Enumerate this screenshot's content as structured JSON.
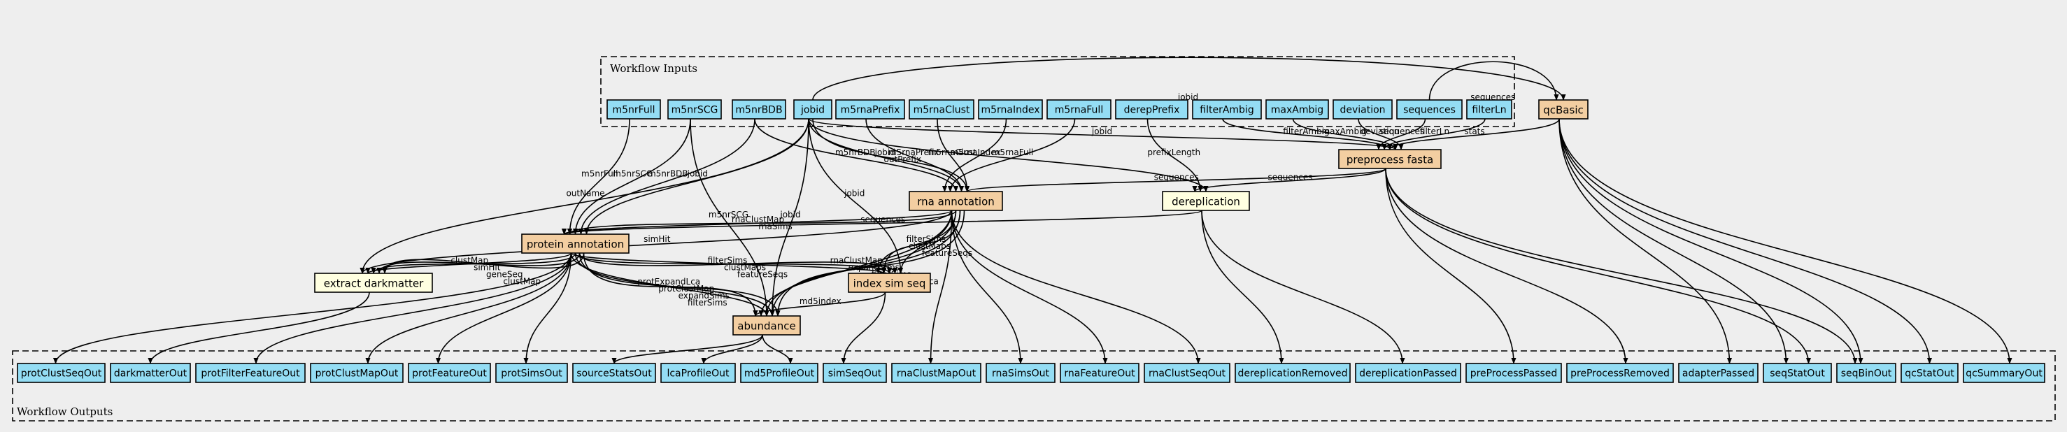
{
  "clusters": {
    "inputs": "Workflow Inputs",
    "outputs": "Workflow Outputs"
  },
  "colors": {
    "io_fill": "#94ddf4",
    "step_fill": "#f3cea1",
    "tool_fill": "#ffffe0",
    "background": "#eeeeee",
    "stroke": "#000000"
  },
  "nodes": {
    "in_m5nrFull": "m5nrFull",
    "in_m5nrSCG": "m5nrSCG",
    "in_m5nrBDB": "m5nrBDB",
    "in_jobid": "jobid",
    "in_m5rnaPrefix": "m5rnaPrefix",
    "in_m5rnaClust": "m5rnaClust",
    "in_m5rnaIndex": "m5rnaIndex",
    "in_m5rnaFull": "m5rnaFull",
    "in_derepPrefix": "derepPrefix",
    "in_filterAmbig": "filterAmbig",
    "in_maxAmbig": "maxAmbig",
    "in_deviation": "deviation",
    "in_sequences": "sequences",
    "in_filterLn": "filterLn",
    "st_qcBasic": "qcBasic",
    "st_preprocess": "preprocess fasta",
    "st_rna": "rna annotation",
    "st_dereplication": "dereplication",
    "st_protein": "protein annotation",
    "st_extract": "extract darkmatter",
    "st_index": "index sim seq",
    "st_abundance": "abundance",
    "out_protClustSeqOut": "protClustSeqOut",
    "out_darkmatterOut": "darkmatterOut",
    "out_protFilterFeatureOut": "protFilterFeatureOut",
    "out_protClustMapOut": "protClustMapOut",
    "out_protFeatureOut": "protFeatureOut",
    "out_protSimsOut": "protSimsOut",
    "out_sourceStatsOut": "sourceStatsOut",
    "out_lcaProfileOut": "lcaProfileOut",
    "out_md5ProfileOut": "md5ProfileOut",
    "out_simSeqOut": "simSeqOut",
    "out_rnaClustMapOut": "rnaClustMapOut",
    "out_rnaSimsOut": "rnaSimsOut",
    "out_rnaFeatureOut": "rnaFeatureOut",
    "out_rnaClustSeqOut": "rnaClustSeqOut",
    "out_dereplicationRemoved": "dereplicationRemoved",
    "out_dereplicationPassed": "dereplicationPassed",
    "out_preProcessPassed": "preProcessPassed",
    "out_preProcessRemoved": "preProcessRemoved",
    "out_adapterPassed": "adapterPassed",
    "out_seqStatOut": "seqStatOut",
    "out_seqBinOut": "seqBinOut",
    "out_qcStatOut": "qcStatOut",
    "out_qcSummaryOut": "qcSummaryOut"
  },
  "edges": [
    {
      "from": "in_sequences",
      "to": "st_qcBasic",
      "label": "sequences"
    },
    {
      "from": "in_jobid",
      "to": "st_qcBasic",
      "label": "jobid"
    },
    {
      "from": "in_filterAmbig",
      "to": "st_preprocess",
      "label": "filterAmbig"
    },
    {
      "from": "in_maxAmbig",
      "to": "st_preprocess",
      "label": "maxAmbig"
    },
    {
      "from": "in_deviation",
      "to": "st_preprocess",
      "label": "deviation"
    },
    {
      "from": "in_sequences",
      "to": "st_preprocess",
      "label": "sequences"
    },
    {
      "from": "in_filterLn",
      "to": "st_preprocess",
      "label": "filterLn"
    },
    {
      "from": "st_qcBasic",
      "to": "st_preprocess",
      "label": "stats"
    },
    {
      "from": "in_jobid",
      "to": "st_preprocess",
      "label": "jobid"
    },
    {
      "from": "st_preprocess",
      "to": "st_rna",
      "label": "sequences"
    },
    {
      "from": "st_preprocess",
      "to": "st_dereplication",
      "label": "sequences"
    },
    {
      "from": "in_derepPrefix",
      "to": "st_dereplication",
      "label": "prefixLength"
    },
    {
      "from": "in_jobid",
      "to": "st_dereplication",
      "label": ""
    },
    {
      "from": "in_m5rnaPrefix",
      "to": "st_rna",
      "label": "m5rnaPrefix"
    },
    {
      "from": "in_m5rnaClust",
      "to": "st_rna",
      "label": "m5rnaClust"
    },
    {
      "from": "in_m5rnaIndex",
      "to": "st_rna",
      "label": "m5rnaIndex"
    },
    {
      "from": "in_m5rnaFull",
      "to": "st_rna",
      "label": "m5rnaFull"
    },
    {
      "from": "in_m5nrBDB",
      "to": "st_rna",
      "label": "m5nrBDB"
    },
    {
      "from": "in_jobid",
      "to": "st_rna",
      "label": "jobid"
    },
    {
      "from": "in_jobid",
      "to": "st_rna",
      "label": "outPrefix"
    },
    {
      "from": "st_dereplication",
      "to": "st_protein",
      "label": "sequences"
    },
    {
      "from": "in_m5nrFull",
      "to": "st_protein",
      "label": "m5nrFull"
    },
    {
      "from": "in_m5nrSCG",
      "to": "st_protein",
      "label": "m5nrSCG"
    },
    {
      "from": "in_m5nrBDB",
      "to": "st_protein",
      "label": "m5nrBDB"
    },
    {
      "from": "in_jobid",
      "to": "st_protein",
      "label": "jobid"
    },
    {
      "from": "st_rna",
      "to": "st_protein",
      "label": "rnaClustMap"
    },
    {
      "from": "st_rna",
      "to": "st_protein",
      "label": "rnaSims"
    },
    {
      "from": "in_m5nrSCG",
      "to": "st_abundance",
      "label": "m5nrSCG"
    },
    {
      "from": "in_jobid",
      "to": "st_abundance",
      "label": "jobid"
    },
    {
      "from": "in_jobid",
      "to": "st_index",
      "label": "jobid"
    },
    {
      "from": "in_jobid",
      "to": "st_extract",
      "label": "outName"
    },
    {
      "from": "st_protein",
      "to": "st_extract",
      "label": "clustMap"
    },
    {
      "from": "st_protein",
      "to": "st_extract",
      "label": "simHit"
    },
    {
      "from": "st_protein",
      "to": "st_extract",
      "label": "geneSeq"
    },
    {
      "from": "st_protein",
      "to": "st_extract",
      "label": "clustMap"
    },
    {
      "from": "st_rna",
      "to": "st_extract",
      "label": "simHit"
    },
    {
      "from": "st_protein",
      "to": "st_index",
      "label": "filterSims"
    },
    {
      "from": "st_protein",
      "to": "st_index",
      "label": "clustMaps"
    },
    {
      "from": "st_protein",
      "to": "st_index",
      "label": "featureSeqs"
    },
    {
      "from": "st_rna",
      "to": "st_index",
      "label": "filterSims"
    },
    {
      "from": "st_rna",
      "to": "st_index",
      "label": "clustMaps"
    },
    {
      "from": "st_rna",
      "to": "st_index",
      "label": "featureSeqs"
    },
    {
      "from": "st_protein",
      "to": "st_abundance",
      "label": "protExpandLca"
    },
    {
      "from": "st_protein",
      "to": "st_abundance",
      "label": "protClustMap"
    },
    {
      "from": "st_protein",
      "to": "st_abundance",
      "label": "expandSims"
    },
    {
      "from": "st_protein",
      "to": "st_abundance",
      "label": "filterSims"
    },
    {
      "from": "st_rna",
      "to": "st_abundance",
      "label": "rnaClustMap"
    },
    {
      "from": "st_rna",
      "to": "st_abundance",
      "label": "expandSims"
    },
    {
      "from": "st_rna",
      "to": "st_abundance",
      "label": "filterSims"
    },
    {
      "from": "st_rna",
      "to": "st_abundance",
      "label": "rnaExpandLca"
    },
    {
      "from": "st_index",
      "to": "st_abundance",
      "label": "md5index"
    },
    {
      "from": "st_protein",
      "to": "out_protClustSeqOut",
      "label": ""
    },
    {
      "from": "st_extract",
      "to": "out_darkmatterOut",
      "label": ""
    },
    {
      "from": "st_protein",
      "to": "out_protFilterFeatureOut",
      "label": ""
    },
    {
      "from": "st_protein",
      "to": "out_protClustMapOut",
      "label": ""
    },
    {
      "from": "st_protein",
      "to": "out_protFeatureOut",
      "label": ""
    },
    {
      "from": "st_protein",
      "to": "out_protSimsOut",
      "label": ""
    },
    {
      "from": "st_abundance",
      "to": "out_sourceStatsOut",
      "label": ""
    },
    {
      "from": "st_abundance",
      "to": "out_lcaProfileOut",
      "label": ""
    },
    {
      "from": "st_abundance",
      "to": "out_md5ProfileOut",
      "label": ""
    },
    {
      "from": "st_index",
      "to": "out_simSeqOut",
      "label": ""
    },
    {
      "from": "st_rna",
      "to": "out_rnaClustMapOut",
      "label": ""
    },
    {
      "from": "st_rna",
      "to": "out_rnaSimsOut",
      "label": ""
    },
    {
      "from": "st_rna",
      "to": "out_rnaFeatureOut",
      "label": ""
    },
    {
      "from": "st_rna",
      "to": "out_rnaClustSeqOut",
      "label": ""
    },
    {
      "from": "st_dereplication",
      "to": "out_dereplicationRemoved",
      "label": ""
    },
    {
      "from": "st_dereplication",
      "to": "out_dereplicationPassed",
      "label": ""
    },
    {
      "from": "st_preprocess",
      "to": "out_preProcessPassed",
      "label": ""
    },
    {
      "from": "st_preprocess",
      "to": "out_preProcessRemoved",
      "label": ""
    },
    {
      "from": "st_qcBasic",
      "to": "out_adapterPassed",
      "label": ""
    },
    {
      "from": "st_qcBasic",
      "to": "out_seqStatOut",
      "label": ""
    },
    {
      "from": "st_qcBasic",
      "to": "out_seqBinOut",
      "label": ""
    },
    {
      "from": "st_qcBasic",
      "to": "out_qcStatOut",
      "label": ""
    },
    {
      "from": "st_qcBasic",
      "to": "out_qcSummaryOut",
      "label": ""
    },
    {
      "from": "st_preprocess",
      "to": "out_seqStatOut",
      "label": ""
    },
    {
      "from": "st_preprocess",
      "to": "out_seqBinOut",
      "label": ""
    }
  ]
}
